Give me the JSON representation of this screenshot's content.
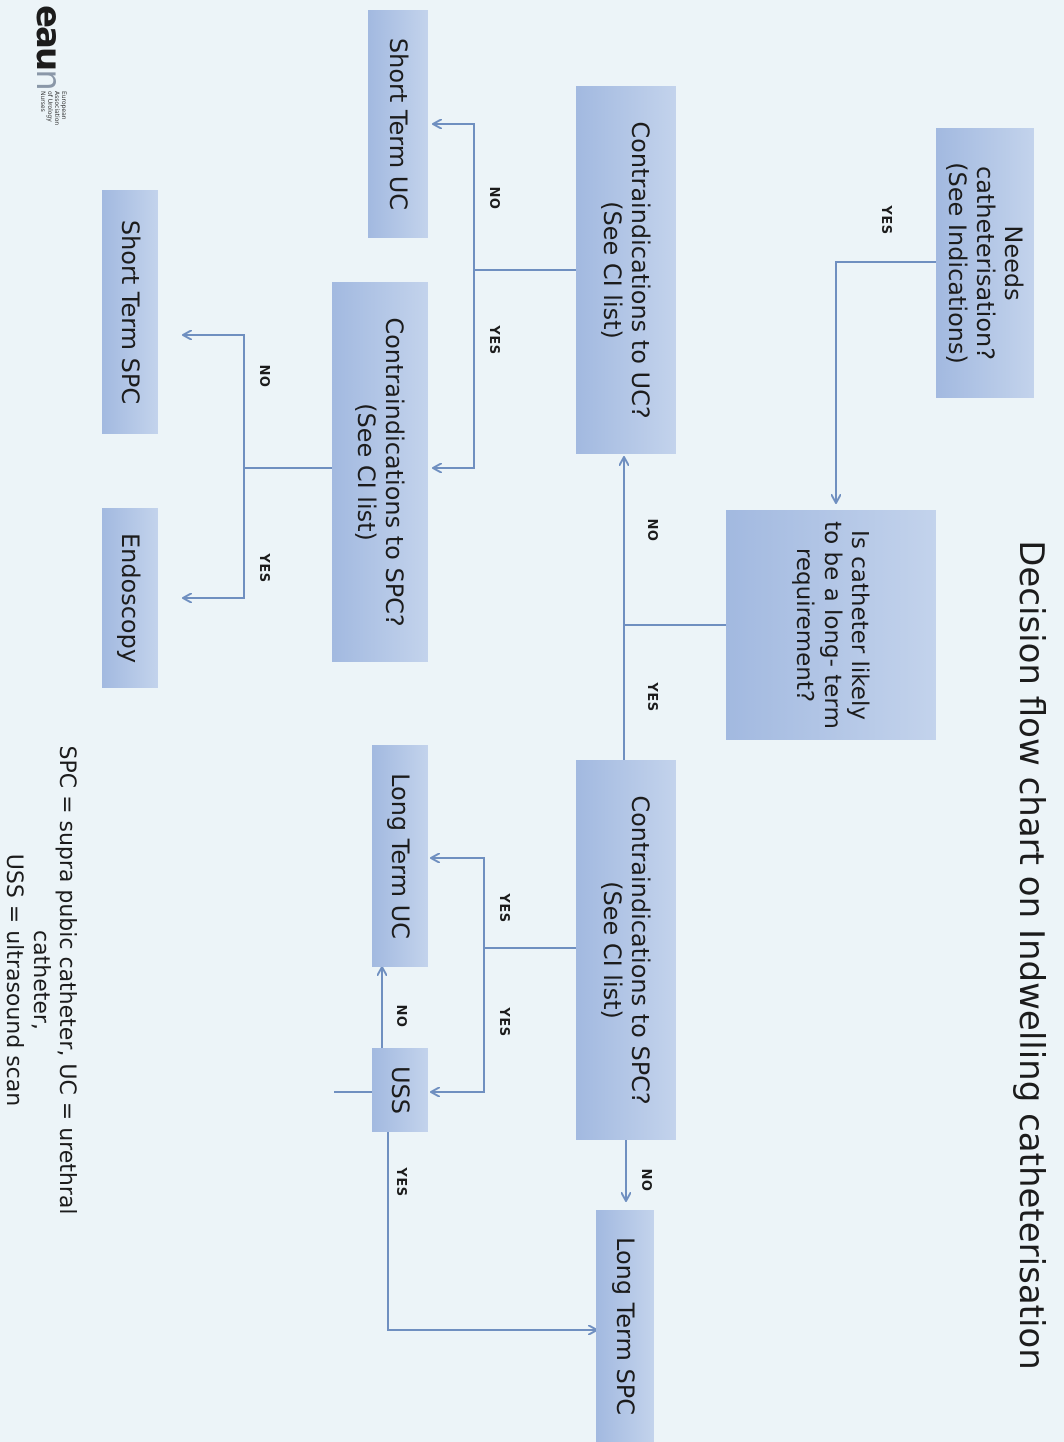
{
  "title": "Decision flow chart on Indwelling catheterisation",
  "nodes": {
    "needs": [
      "Needs",
      "catheterisation?",
      "(See Indications)"
    ],
    "long_term_question": [
      "Is catheter",
      "likely",
      "to be a long-",
      "term",
      "requirement?"
    ],
    "ci_uc": [
      "Contraindications to UC?",
      "(See CI list)"
    ],
    "ci_spc_right": [
      "Contraindications to SPC?",
      "(See CI list)"
    ],
    "ci_spc_left": [
      "Contraindications to SPC?",
      "(See CI list)"
    ],
    "short_term_uc": "Short Term UC",
    "short_term_spc": "Short Term SPC",
    "endoscopy": "Endoscopy",
    "long_term_uc": "Long Term UC",
    "uss": "USS",
    "long_term_spc": "Long Term SPC"
  },
  "edge_labels": {
    "needs_yes": "YES",
    "ltq_no": "NO",
    "ltq_yes": "YES",
    "ciuc_no": "NO",
    "ciuc_yes": "YES",
    "cispcl_no": "NO",
    "cispcl_yes": "YES",
    "cispcr_yes_ltuc": "YES",
    "cispcr_yes_uss": "YES",
    "cispcr_no": "NO",
    "uss_no": "NO",
    "uss_yes": "YES"
  },
  "legend": [
    "SPC = supra pubic catheter, UC = urethral catheter,",
    "USS = ultrasound scan"
  ],
  "logo": {
    "mark": "eau",
    "mark_suffix": "n",
    "lines": [
      "European",
      "Association",
      "of Urology",
      "Nurses"
    ]
  },
  "colors": {
    "box_top": "#c3d3ec",
    "box_bottom": "#a2b9e0",
    "connector": "#6f8fc0",
    "background": "#ecf4f8"
  }
}
